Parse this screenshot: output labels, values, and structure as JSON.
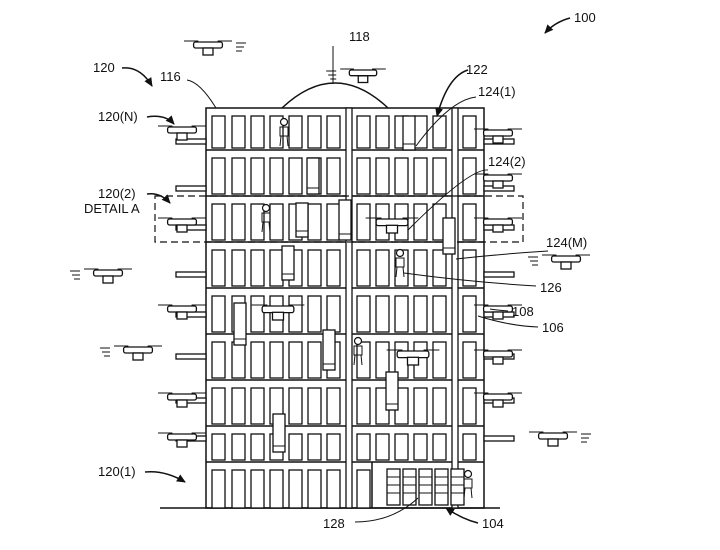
{
  "labels": {
    "fig_number": "100",
    "building_system": "120",
    "top_level": "120(N)",
    "detail_level": "120(2)",
    "detail_caption": "DETAIL A",
    "ground_level": "120(1)",
    "structure": "116",
    "dome": "118",
    "roof": "122",
    "station_1": "124(1)",
    "station_2": "124(2)",
    "station_m": "124(M)",
    "person": "126",
    "landing_pad": "108",
    "balcony": "106",
    "entrance": "128",
    "garage": "104"
  }
}
